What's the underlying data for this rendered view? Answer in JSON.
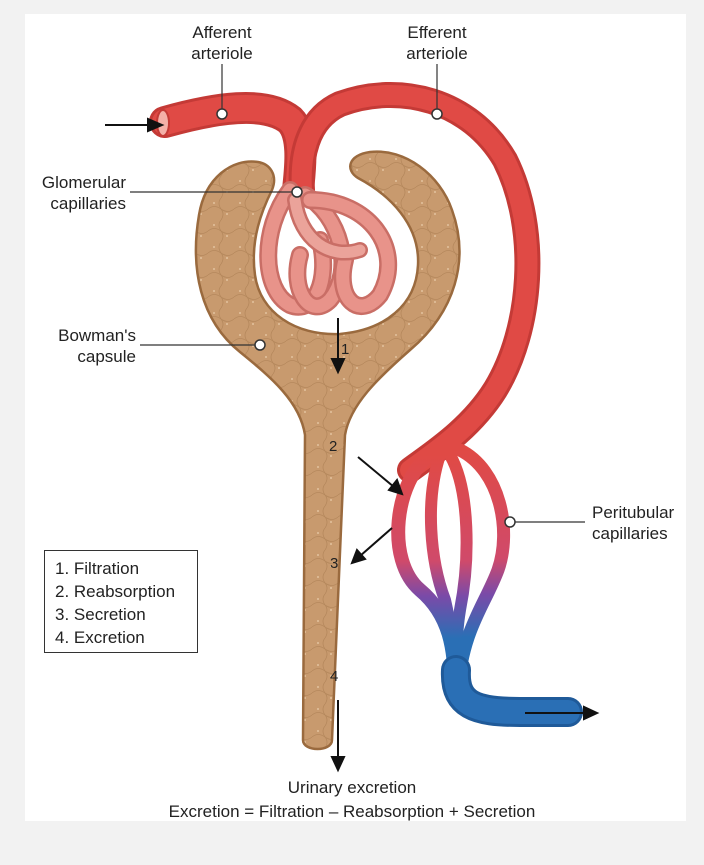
{
  "labels": {
    "afferent_line1": "Afferent",
    "afferent_line2": "arteriole",
    "efferent_line1": "Efferent",
    "efferent_line2": "arteriole",
    "glomerular_line1": "Glomerular",
    "glomerular_line2": "capillaries",
    "bowman_line1": "Bowman's",
    "bowman_line2": "capsule",
    "peritubular_line1": "Peritubular",
    "peritubular_line2": "capillaries"
  },
  "step_numbers": [
    "1",
    "2",
    "3",
    "4"
  ],
  "legend": [
    "1. Filtration",
    "2. Reabsorption",
    "3. Secretion",
    "4. Excretion"
  ],
  "caption": {
    "line1": "Urinary excretion",
    "line2": "Excretion = Filtration – Reabsorption + Secretion"
  },
  "colors": {
    "artery": "#e04a45",
    "glomerulus": "#e8938a",
    "vein": "#2a6fb5",
    "capsule": "#c89a6e",
    "capsule_outline": "#9a6a3e"
  }
}
